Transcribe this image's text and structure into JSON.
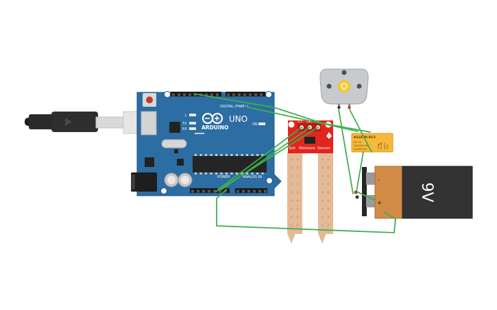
{
  "arduino": {
    "logo_text": "ARDUINO",
    "model": "UNO",
    "header_digital": "DIGITAL (PWM~)",
    "header_power": "POWER",
    "header_analog": "ANALOG IN",
    "on_led_label": "ON",
    "led_l": "L",
    "led_tx": "TX",
    "led_rx": "RX"
  },
  "sensor": {
    "name_left": "Soil",
    "name_middle": "Moisture",
    "name_right": "Sensor",
    "pin_vcc": "VCC",
    "pin_gnd": "GND",
    "pin_sig": "SIG"
  },
  "relay": {
    "model": "KS2E-M-DC5",
    "line1": "DC 5V",
    "line2": "1A/125V AC",
    "line3": "2A/30V DC"
  },
  "battery": {
    "label": "9V",
    "minus": "-",
    "plus": "+"
  },
  "colors": {
    "board": "#2c6da3",
    "wire": "#3db04b",
    "sensor_red": "#e2261d",
    "relay_yellow": "#f6b93b",
    "battery_dark": "#333333",
    "battery_copper": "#d18b47"
  }
}
